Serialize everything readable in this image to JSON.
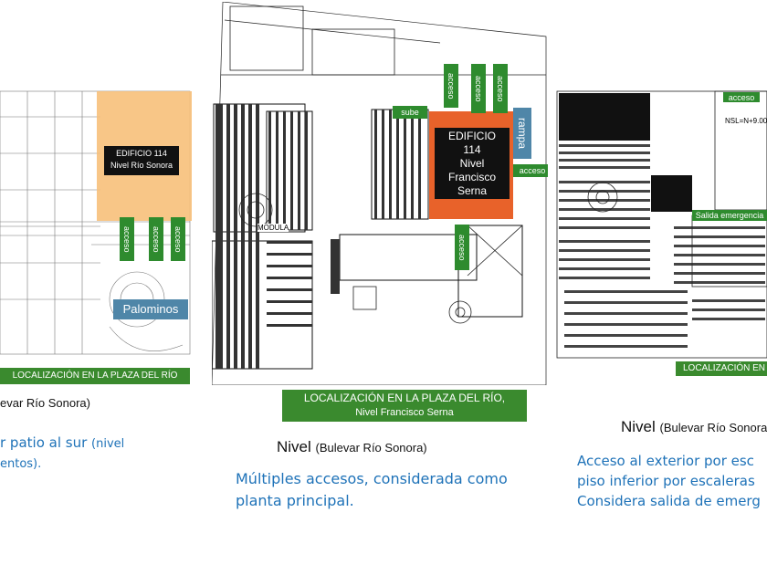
{
  "left": {
    "building_label_line1": "EDIFICIO 114",
    "building_label_line2": "Nivel Río Sonora",
    "access_tags": [
      "acceso",
      "acceso",
      "acceso"
    ],
    "palominos_label": "Palominos",
    "location_caption": "LOCALIZACIÓN EN LA PLAZA DEL RÍO",
    "level_title": "evar Río Sonora)",
    "desc_line1": "r patio al sur",
    "desc_line1_small": "(nivel",
    "desc_line2": "entos)."
  },
  "center": {
    "building_label": [
      "EDIFICIO",
      "114",
      "Nivel",
      "Francisco",
      "Serna"
    ],
    "rampa_label": "rampa",
    "sube_label": "sube",
    "top_access_tags": [
      "acceso",
      "acceso",
      "acceso"
    ],
    "side_access_tag": "acceso",
    "bottom_access_tag": "acceso",
    "modula_label": "MODULA",
    "location_caption_line1": "LOCALIZACIÓN EN LA PLAZA DEL RÍO,",
    "location_caption_line2": "Nivel Francisco Serna",
    "level_title_main": "Nivel",
    "level_title_sub": "(Bulevar Río Sonora)",
    "desc_line1": "Múltiples accesos, considerada como",
    "desc_line2": "planta principal."
  },
  "right": {
    "access_tag": "acceso",
    "nsl_label": "NSL=N+9.00",
    "exit_label": "Salida emergencia",
    "location_caption": "LOCALIZACIÓN EN",
    "level_title_main": "Nivel",
    "level_title_sub": "(Bulevar Río Sonora",
    "desc_line1": "Acceso al exterior por esc",
    "desc_line2": "piso inferior por escaleras",
    "desc_line3": "Considera salida de emerg"
  },
  "colors": {
    "green": "#3a8a2e",
    "orange_building": "#f7c07a",
    "red_building": "#e8622a",
    "blue_text": "#1e72b8",
    "steel_blue": "#4f86a8"
  }
}
